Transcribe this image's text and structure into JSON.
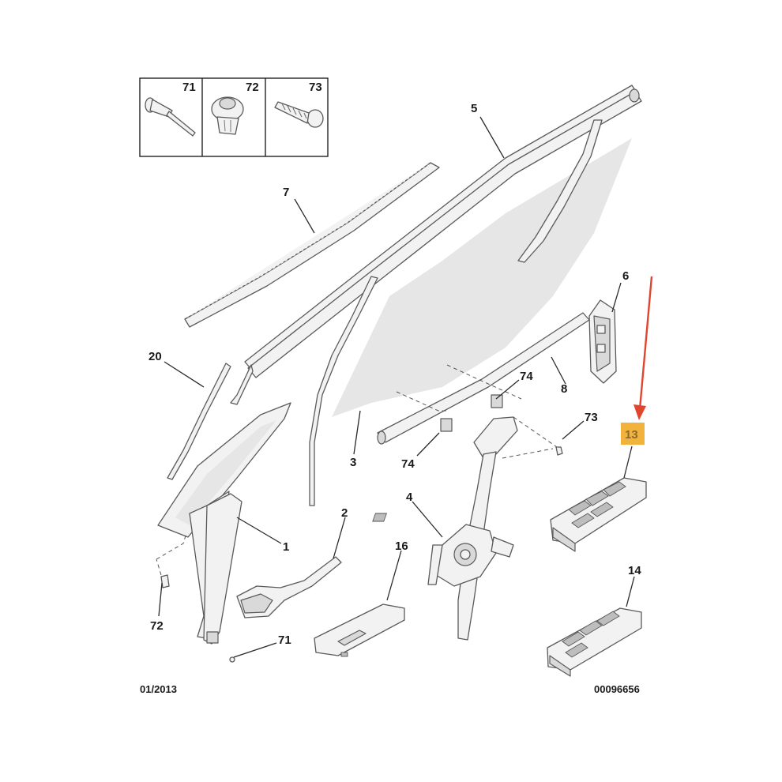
{
  "callouts": {
    "c71_box": "71",
    "c72_box": "72",
    "c73_box": "73",
    "c5": "5",
    "c7": "7",
    "c6": "6",
    "c20": "20",
    "c74_top": "74",
    "c8": "8",
    "c73": "73",
    "c13": "13",
    "c3": "3",
    "c74_bottom": "74",
    "c4": "4",
    "c2": "2",
    "c1": "1",
    "c16": "16",
    "c14": "14",
    "c72": "72",
    "c71": "71"
  },
  "footer": {
    "date": "01/2013",
    "reference": "00096656"
  },
  "colors": {
    "highlight_fill": "#f2b33d",
    "arrow": "#e0452e",
    "line": "#2a2a2a"
  },
  "highlighted_part": "13"
}
